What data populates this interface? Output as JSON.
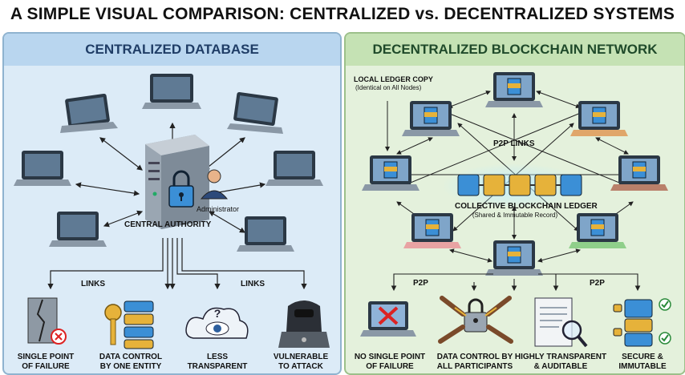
{
  "title": "A SIMPLE VISUAL COMPARISON: CENTRALIZED vs. DECENTRALIZED SYSTEMS",
  "left": {
    "header": "CENTRALIZED DATABASE",
    "server_caption": "CENTRAL AUTHORITY",
    "admin_label": "Administrator",
    "links_label_left": "LINKS",
    "links_label_right": "LINKS",
    "features": [
      {
        "label_line1": "SINGLE POINT",
        "label_line2": "OF FAILURE",
        "icon": "broken-server-icon"
      },
      {
        "label_line1": "DATA CONTROL",
        "label_line2": "BY ONE ENTITY",
        "icon": "key-database-icon"
      },
      {
        "label_line1": "LESS",
        "label_line2": "TRANSPARENT",
        "icon": "cloud-eye-icon"
      },
      {
        "label_line1": "VULNERABLE",
        "label_line2": "TO ATTACK",
        "icon": "hacker-icon"
      }
    ]
  },
  "right": {
    "header": "DECENTRALIZED BLOCKCHAIN NETWORK",
    "ledger_copy_title": "LOCAL LEDGER COPY",
    "ledger_copy_sub": "(Identical on All Nodes)",
    "p2p_links": "P2P LINKS",
    "chain_title": "COLLECTIVE BLOCKCHAIN LEDGER",
    "chain_sub": "(Shared & Immutable Record)",
    "p2p_left": "P2P",
    "p2p_right": "P2P",
    "features": [
      {
        "label_line1": "NO SINGLE POINT",
        "label_line2": "OF FAILURE",
        "icon": "laptop-x-icon"
      },
      {
        "label_line1": "DATA CONTROL BY",
        "label_line2": "ALL PARTICIPANTS",
        "icon": "shared-lock-icon"
      },
      {
        "label_line1": "HIGHLY TRANSPARENT",
        "label_line2": "& AUDITABLE",
        "icon": "document-magnifier-icon"
      },
      {
        "label_line1": "SECURE &",
        "label_line2": "IMMUTABLE",
        "icon": "secure-blocks-icon"
      }
    ]
  },
  "colors": {
    "left_bg": "#dcebf7",
    "right_bg": "#e4f1dc",
    "left_header": "#b9d6ef",
    "right_header": "#c5e2b4",
    "block_blue": "#3b8fd6",
    "block_gold": "#e6b23a"
  }
}
